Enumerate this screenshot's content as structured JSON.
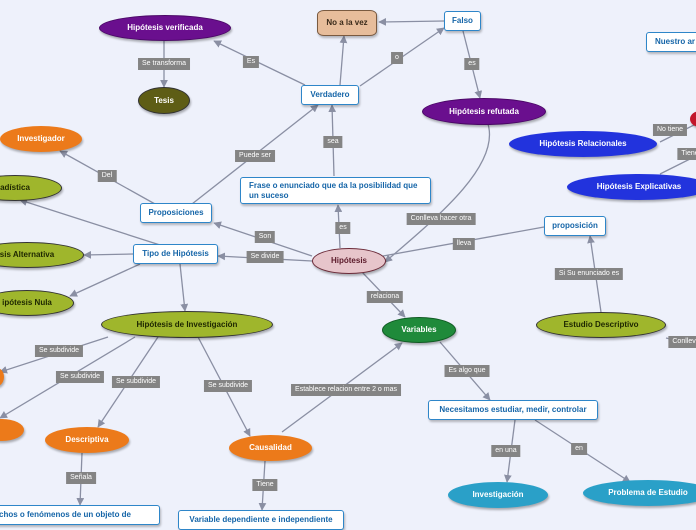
{
  "nodes": {
    "no_a_la_vez": "No a la vez",
    "falso": "Falso",
    "nuestro_ar": "Nuestro ar",
    "hipotesis_verificada": "Hipótesis verificada",
    "tesis": "Tesis",
    "verdadero": "Verdadero",
    "hipotesis_refutada": "Hipótesis refutada",
    "investigador": "Investigador",
    "hipotesis_relacionales": "Hipótesis Relacionales",
    "hipotesis_explicativas": "Hipótesis Explicativas",
    "estadistica": "adística",
    "frase": "Frase o enunciado que da la posibilidad que un suceso",
    "proposiciones": "Proposiciones",
    "proposicion": "proposición",
    "tipo_hipotesis": "Tipo de Hipótesis",
    "hipotesis": "Hipótesis",
    "alternativa": "sis Alternativa",
    "nula": "ipótesis Nula",
    "hipotesis_investigacion": "Hipótesis de Investigación",
    "variables": "Variables",
    "estudio_descriptivo": "Estudio Descriptivo",
    "necesitamos": "Necesitamos estudiar, medir, controlar",
    "descriptiva": "Descriptiva",
    "causalidad": "Causalidad",
    "investigacion": "Investigación",
    "problema": "Problema de Estudio",
    "hechos": "chos o fenómenos de un objeto de",
    "variable_dep": "Variable dependiente e independiente"
  },
  "labels": {
    "es1": "Es",
    "se_transforma": "Se transforma",
    "o": "o",
    "es2": "es",
    "puede_ser": "Puede ser",
    "sea": "sea",
    "no_tiene": "No tiene",
    "tiene1": "Tiene",
    "del": "Del",
    "es3": "es",
    "conlleva1": "Conlleva hacer otra",
    "son": "Son",
    "lleva": "lleva",
    "se_divide": "Se divide",
    "si_su": "Si Su enunciado es",
    "relaciona": "relaciona",
    "se_subdivide1": "Se subdivide",
    "se_subdivide2": "Se subdivide",
    "se_subdivide3": "Se subdivide",
    "se_subdivide4": "Se subdivide",
    "establece": "Establece relacion entre 2 o mas",
    "es_algo_que": "Es algo que",
    "conlleva2": "Conlleva",
    "senala": "Señala",
    "tiene2": "Tiene",
    "en_una": "en una",
    "en": "en"
  },
  "colors": {
    "background": "#eef1fb",
    "line": "#8a8fa3",
    "rect_border": "#2e86c9",
    "purple": "#6a0f8e",
    "olive": "#9fb62c",
    "orange": "#ec7a1a",
    "blue": "#2233dd",
    "teal": "#2aa0c8",
    "green": "#1f8a3a",
    "pink": "#e7c5cb"
  }
}
